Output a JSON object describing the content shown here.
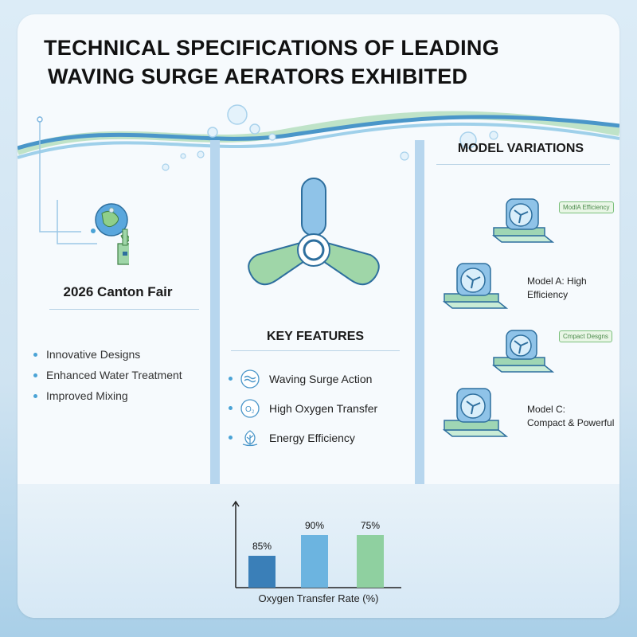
{
  "title": {
    "line1": "TECHNICAL SPECIFICATIONS OF LEADING",
    "line2": "WAVING SURGE AERATORS EXHIBITED"
  },
  "left": {
    "heading": "2026 Canton Fair",
    "items": [
      "Innovative Designs",
      "Enhanced Water Treatment",
      "Improved Mixing"
    ]
  },
  "center": {
    "heading": "KEY FEATURES",
    "features": [
      {
        "label": "Waving Surge Action",
        "icon": "wave-icon"
      },
      {
        "label": "High Oxygen Transfer",
        "icon": "o2-icon"
      },
      {
        "label": "Energy Efficiency",
        "icon": "leaf-icon"
      }
    ]
  },
  "right": {
    "heading": "MODEL VARIATIONS",
    "models": [
      {
        "tag": "ModlA Efficiency"
      },
      {
        "label_line1": "Model A: High",
        "label_line2": "Efficiency"
      },
      {
        "tag": "Cmpact Desgns"
      },
      {
        "label_line1": "Model C:",
        "label_line2": "Compact & Powerful"
      }
    ]
  },
  "colors": {
    "dark_blue": "#3a7fb8",
    "light_blue": "#6cb4e0",
    "green": "#8fd0a0",
    "accent": "#4aa3d6"
  },
  "chart_data": {
    "type": "bar",
    "categories": [
      "",
      "",
      ""
    ],
    "values": [
      85,
      90,
      75
    ],
    "data_labels": [
      "85%",
      "90%",
      "75%"
    ],
    "colors": [
      "#3a7fb8",
      "#6cb4e0",
      "#8fd0a0"
    ],
    "xlabel": "Oxygen Transfer Rate (%)",
    "ylabel": "",
    "ylim": [
      0,
      100
    ],
    "grid": false
  }
}
